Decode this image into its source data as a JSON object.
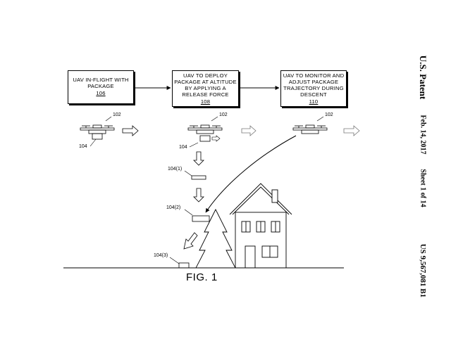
{
  "header": {
    "office": "U.S. Patent",
    "date": "Feb. 14, 2017",
    "sheet": "Sheet 1 of 14",
    "number": "US 9,567,081 B1"
  },
  "steps": [
    {
      "text": "UAV IN-FLIGHT WITH PACKAGE",
      "ref": "106"
    },
    {
      "text": "UAV TO DEPLOY PACKAGE AT ALTITUDE BY APPLYING A RELEASE FORCE",
      "ref": "108"
    },
    {
      "text": "UAV TO MONITOR AND ADJUST PACKAGE TRAJECTORY DURING DESCENT",
      "ref": "110"
    }
  ],
  "labels": {
    "uav1": "102",
    "uav2": "102",
    "uav3": "102",
    "pkg1": "104",
    "pkg2": "104",
    "pkg_pos1": "104(1)",
    "pkg_pos2": "104(2)",
    "pkg_pos3": "104(3)"
  },
  "figure_caption": "FIG. 1"
}
